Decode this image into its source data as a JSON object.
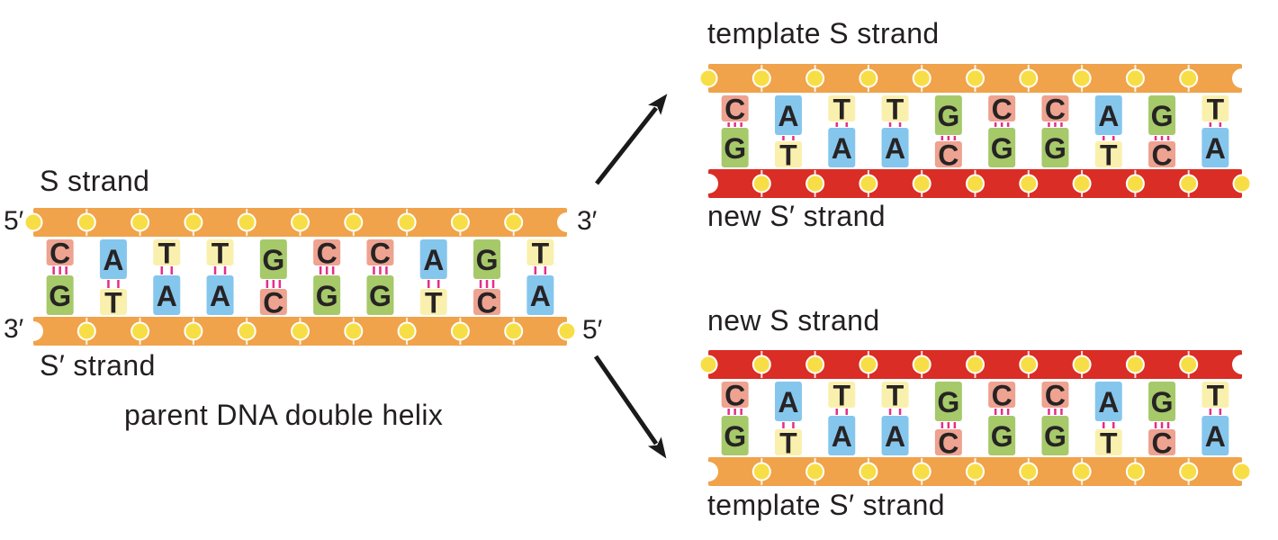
{
  "diagram": {
    "parent": {
      "top_strand_label": "S strand",
      "bottom_strand_label": "S′ strand",
      "caption": "parent DNA double helix",
      "top_left_end": "5′",
      "top_right_end": "3′",
      "bottom_left_end": "3′",
      "bottom_right_end": "5′"
    },
    "daughter_top": {
      "top_strand_label": "template S strand",
      "bottom_strand_label": "new S′ strand"
    },
    "daughter_bottom": {
      "top_strand_label": "new S strand",
      "bottom_strand_label": "template S′ strand"
    },
    "sequence_top": [
      "C",
      "A",
      "T",
      "T",
      "G",
      "C",
      "C",
      "A",
      "G",
      "T"
    ],
    "sequence_bottom": [
      "G",
      "T",
      "A",
      "A",
      "C",
      "G",
      "G",
      "T",
      "C",
      "A"
    ],
    "purines": [
      "A",
      "G"
    ],
    "hydrogen_bonds": {
      "AT": 2,
      "GC": 3
    },
    "strand_ends": {
      "parent_top": {
        "color": "orange",
        "left": "phosphate",
        "right": "notch"
      },
      "parent_bottom": {
        "color": "orange",
        "left": "notch",
        "right": "phosphate"
      },
      "daughter_top_template": {
        "color": "orange",
        "left": "phosphate",
        "right": "notch"
      },
      "daughter_top_new": {
        "color": "red",
        "left": "notch",
        "right": "phosphate"
      },
      "daughter_bottom_new": {
        "color": "red",
        "left": "phosphate",
        "right": "notch"
      },
      "daughter_bottom_template": {
        "color": "orange",
        "left": "notch",
        "right": "phosphate"
      }
    },
    "colors": {
      "backbone_orange": "#f0a34a",
      "backbone_red": "#d92d26",
      "phosphate_fill": "#f8de46",
      "phosphate_stroke": "#ffffff",
      "hydrogen_bond": "#e62d8d",
      "label_text": "#231f20",
      "base_letter": "#272324",
      "arrow": "#1a1a1a",
      "bases": {
        "A": "#85c6ed",
        "T": "#faf0ae",
        "G": "#a6c96a",
        "C": "#eea290"
      }
    }
  }
}
